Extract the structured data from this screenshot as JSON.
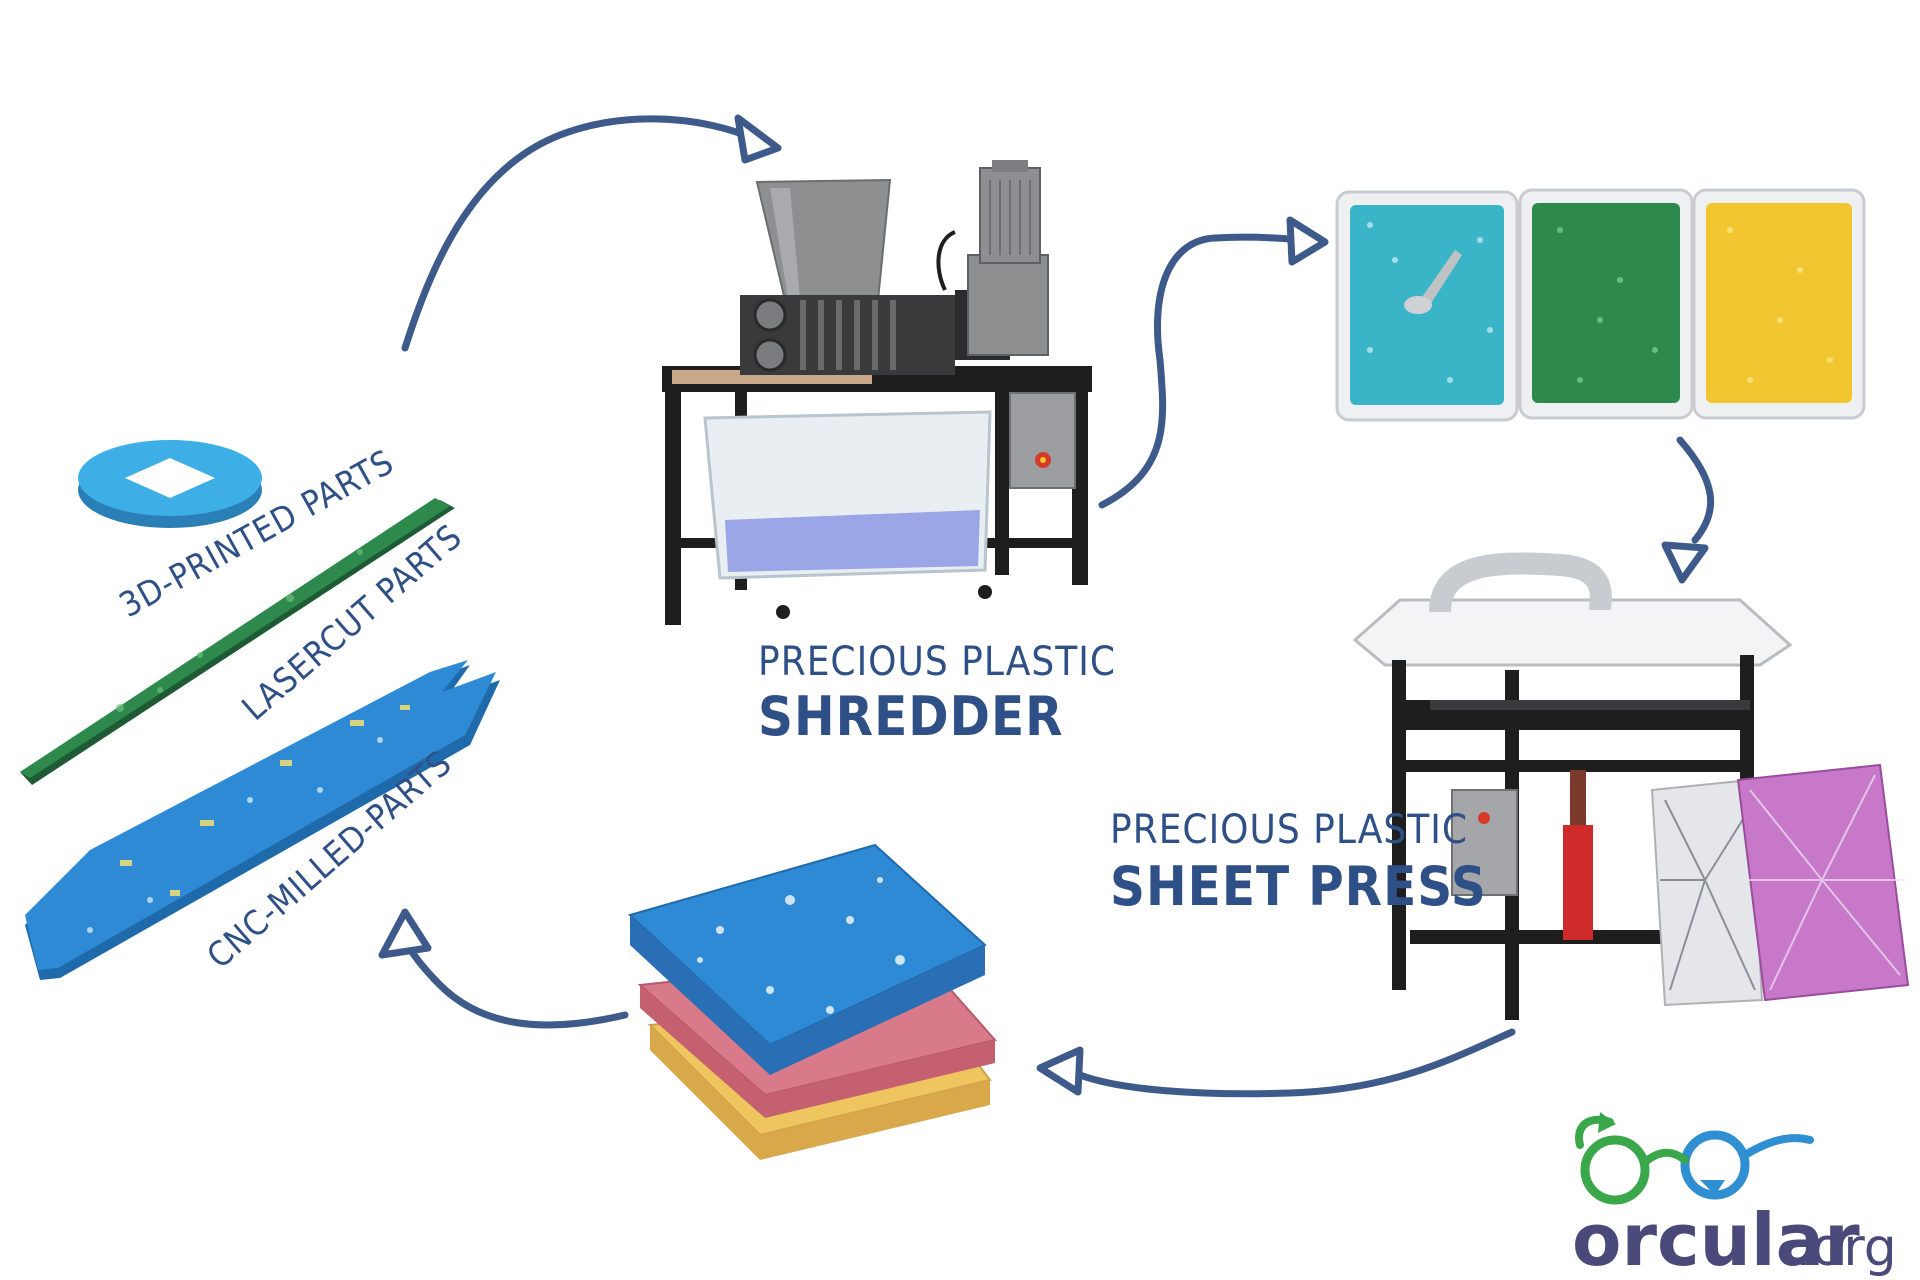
{
  "labels": {
    "shredder_line1": "PRECIOUS PLASTIC",
    "shredder_line2": "SHREDDER",
    "press_line1": "PRECIOUS PLASTIC",
    "press_line2": "SHEET PRESS",
    "part_3d": "3D-PRINTED PARTS",
    "part_laser": "LASERCUT PARTS",
    "part_cnc": "CNC-MILLED-PARTS"
  },
  "logo": {
    "brand": "orcular",
    "domain": ".org",
    "icon": "recycling-glasses-icon",
    "colors": {
      "green": "#3aa84a",
      "blue": "#2f8fd0",
      "text": "#4a4a7a"
    }
  },
  "colors": {
    "arrow": "#3d5a8a",
    "label": "#2f4f87",
    "flake_blue": "#3ab5c8",
    "flake_green": "#2e8a4c",
    "flake_yellow": "#f2c631",
    "sheet_blue": "#2f8ad6",
    "sheet_pink": "#d87a8a",
    "sheet_yellow": "#efc560"
  }
}
